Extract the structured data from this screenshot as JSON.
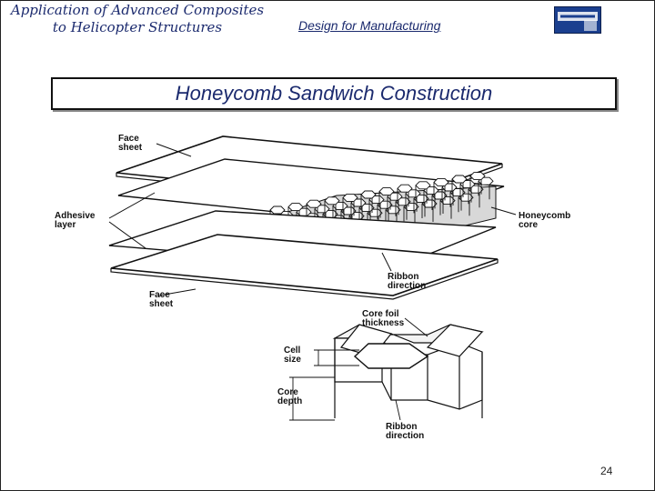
{
  "header": {
    "course_title_line1": "Application of Advanced Composites",
    "course_title_line2": "to Helicopter Structures",
    "section_title": "Design for Manufacturing",
    "logo": "penn-state-logo"
  },
  "slide": {
    "title": "Honeycomb Sandwich Construction",
    "page_number": "24"
  },
  "figure": {
    "labels": {
      "face_sheet_top_1": "Face",
      "face_sheet_top_2": "sheet",
      "adhesive_1": "Adhesive",
      "adhesive_2": "layer",
      "honeycomb_1": "Honeycomb",
      "honeycomb_2": "core",
      "ribbon_top_1": "Ribbon",
      "ribbon_top_2": "direction",
      "face_sheet_bottom_1": "Face",
      "face_sheet_bottom_2": "sheet",
      "core_foil_1": "Core foil",
      "core_foil_2": "thickness",
      "cell_size_1": "Cell",
      "cell_size_2": "size",
      "core_depth_1": "Core",
      "core_depth_2": "depth",
      "ribbon_bottom_1": "Ribbon",
      "ribbon_bottom_2": "direction"
    }
  }
}
